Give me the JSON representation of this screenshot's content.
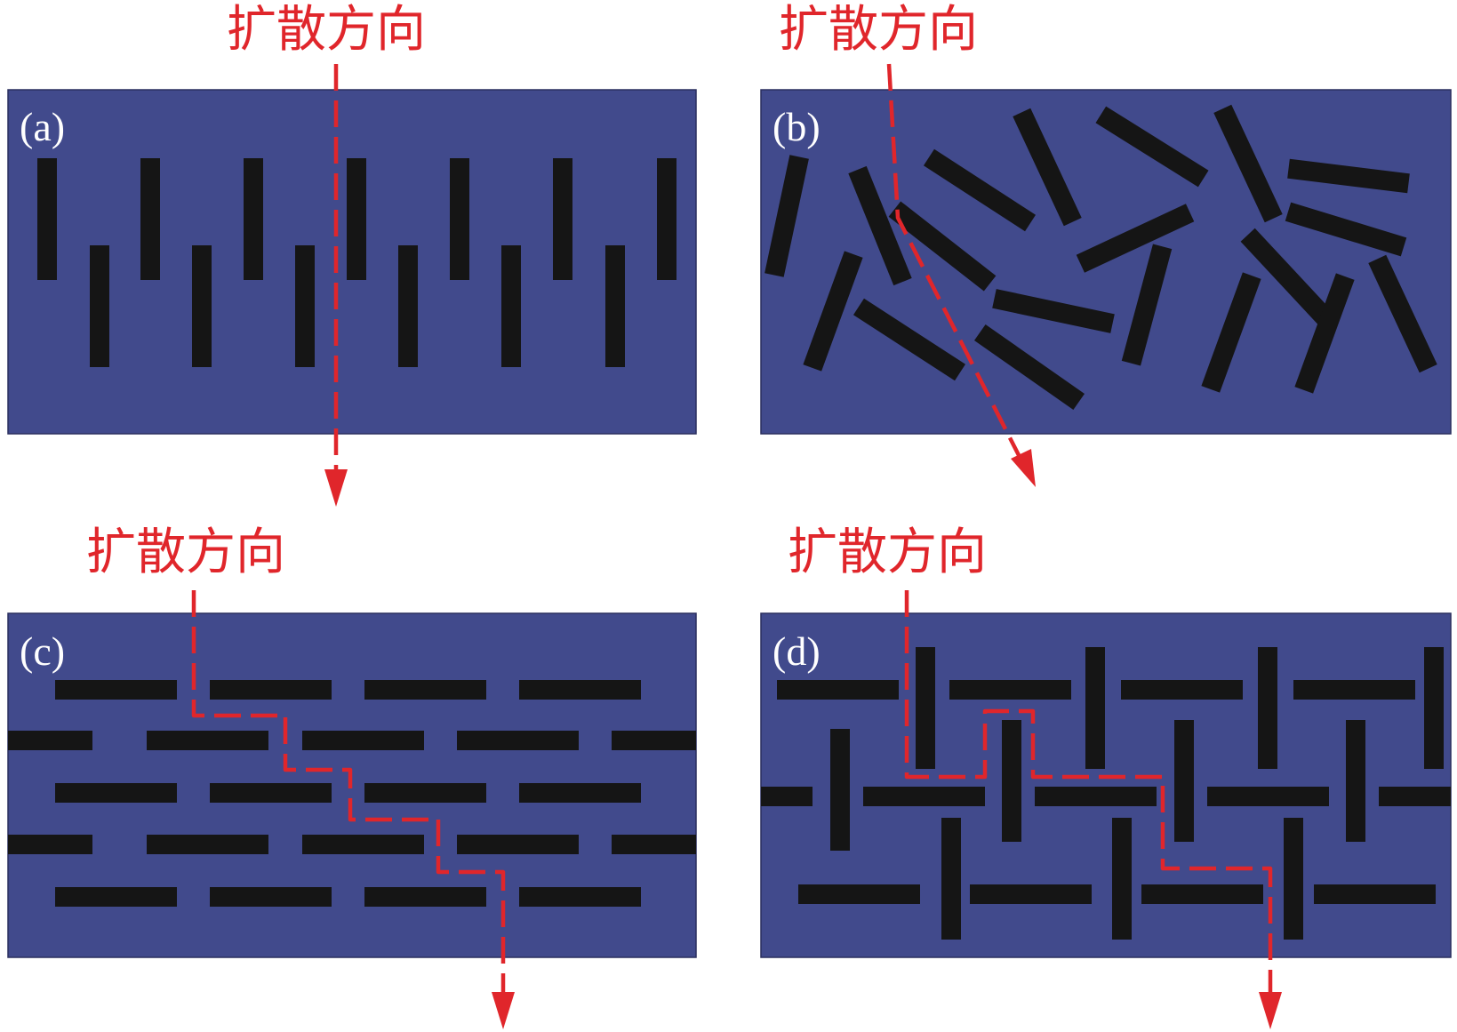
{
  "direction_label": "扩散方向",
  "colors": {
    "panel": "#414a8c",
    "bar": "#151515",
    "path": "#e0262b"
  },
  "panels": [
    {
      "id": "a",
      "label": "(a)",
      "direction_label": "扩散方向",
      "arrangement": "vertical staggered"
    },
    {
      "id": "b",
      "label": "(b)",
      "direction_label": "扩散方向",
      "arrangement": "random orientation"
    },
    {
      "id": "c",
      "label": "(c)",
      "direction_label": "扩散方向",
      "arrangement": "horizontal staggered"
    },
    {
      "id": "d",
      "label": "(d)",
      "direction_label": "扩散方向",
      "arrangement": "interlocking horizontal and vertical"
    }
  ]
}
